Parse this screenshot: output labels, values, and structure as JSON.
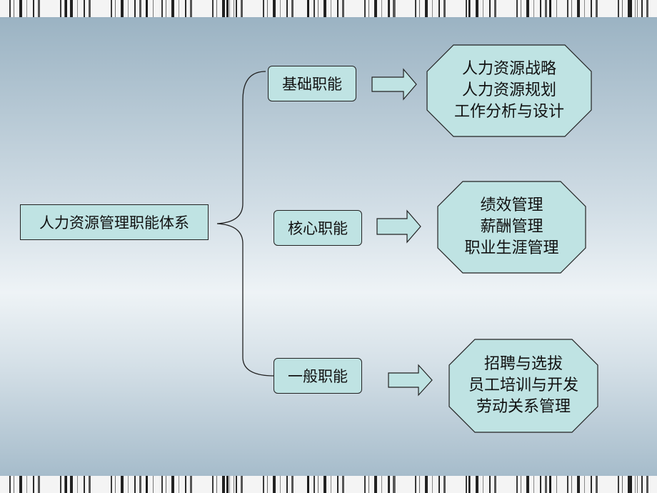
{
  "root": {
    "label": "人力资源管理职能体系"
  },
  "branches": [
    {
      "label": "基础职能",
      "items": [
        "人力资源战略",
        "人力资源规划",
        "工作分析与设计"
      ]
    },
    {
      "label": "核心职能",
      "items": [
        "绩效管理",
        "薪酬管理",
        "职业生涯管理"
      ]
    },
    {
      "label": "一般职能",
      "items": [
        "招聘与选拔",
        "员工培训与开发",
        "劳动关系管理"
      ]
    }
  ],
  "colors": {
    "box_fill": "#bfe3e3",
    "border": "#222222"
  }
}
